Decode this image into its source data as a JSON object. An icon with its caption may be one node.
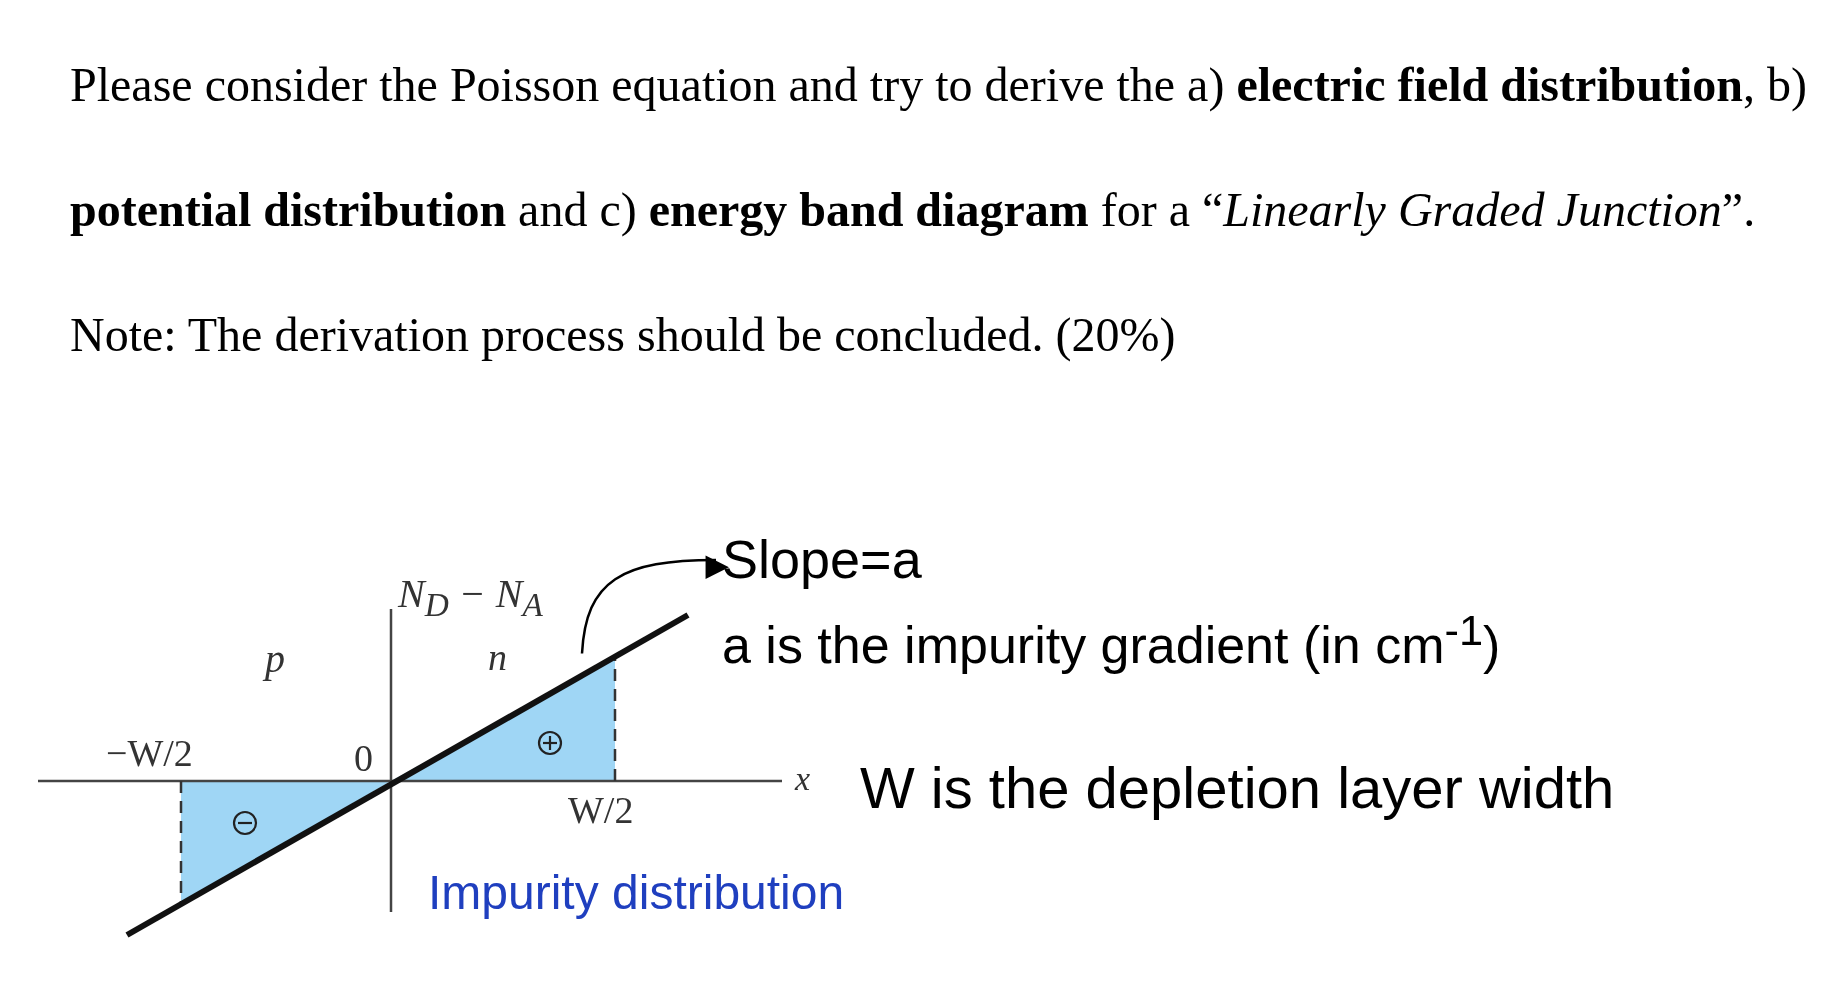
{
  "diagram": {
    "nodes": [
      {
        "text": [
          "Slope=a"
        ]
      },
      {
        "text": [],
        "shape": "line"
      }
    ],
    "edges": [
      {
        "from": 1,
        "to": 0,
        "arrow": "to"
      }
    ],
    "labels": [
      "Please consider the Poisson equation and try to derive the a) **electric field distribution**, b) **potential distribution** and c) **energy band diagram** for a “*Linearly Graded Junction*”. Note: The derivation process should be concluded. (20%)",
      "N$_{D}$ − N$_{A}$",
      "a is the impurity gradient (in cm$^{-1}$)",
      "p",
      "n",
      "−W/2",
      "0",
      "x",
      "W/2",
      "W is the depletion layer width",
      "Impurity distribution"
    ]
  }
}
